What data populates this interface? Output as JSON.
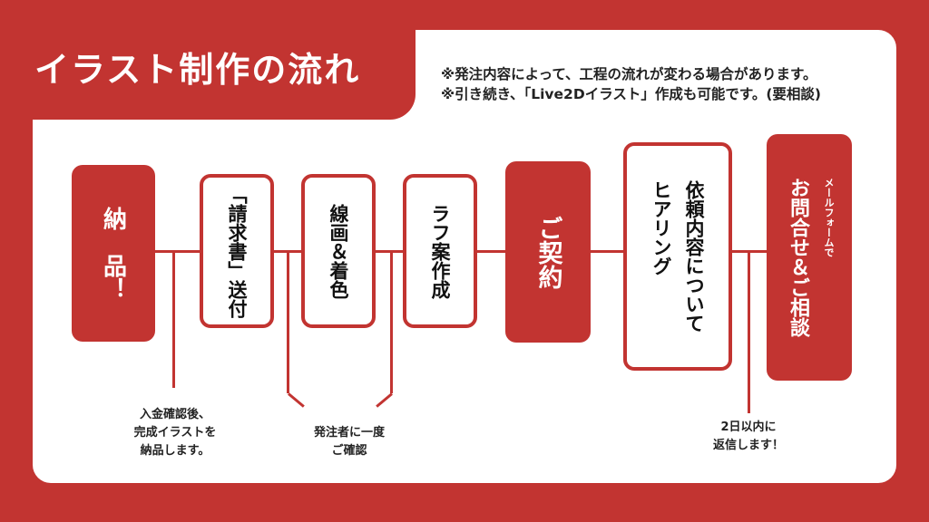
{
  "title": "イラスト制作の流れ",
  "notes": [
    "※発注内容によって、工程の流れが変わる場合があります。",
    "※引き続き、「Live2Dイラスト」作成も可能です。(要相談)"
  ],
  "steps": {
    "delivery": "納　品！",
    "invoice": "「請求書」送付",
    "lineart": "線画＆着色",
    "rough": "ラフ案作成",
    "contract": "ご契約",
    "hearing_col1": "依頼内容について",
    "hearing_col2": "ヒアリング",
    "inquiry_small": "メールフォームで",
    "inquiry_main": "お問合せ＆ご相談"
  },
  "annotations": {
    "delivery_note": [
      "入金確認後、",
      "完成イラストを",
      "納品します。"
    ],
    "confirm_note": [
      "発注者に一度",
      "ご確認"
    ],
    "reply_note": [
      "2日以内に",
      "返信します！"
    ]
  },
  "colors": {
    "brand_red": "#c23431",
    "panel": "#ffffff",
    "text": "#111111"
  }
}
